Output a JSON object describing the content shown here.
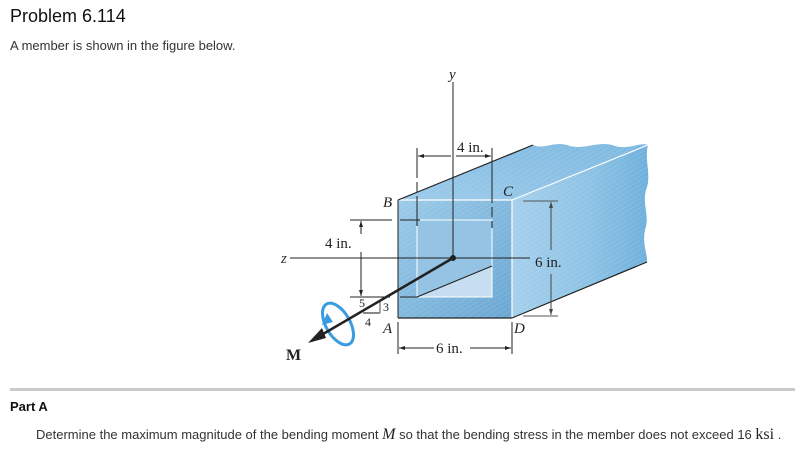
{
  "problem": {
    "title": "Problem 6.114",
    "intro": "A member is shown in the figure below."
  },
  "figure": {
    "labels": {
      "y_axis": "y",
      "z_axis": "z",
      "moment": "M",
      "point_a": "A",
      "point_b": "B",
      "point_c": "C",
      "point_d": "D"
    },
    "dimensions": {
      "top_width": "4 in.",
      "left_height": "4 in.",
      "right_height": "6 in.",
      "bottom_width": "6 in."
    },
    "slope_triangle": {
      "hyp": "5",
      "rise": "3",
      "run": "4"
    },
    "colors": {
      "member_front": "#8dbfe0",
      "member_top": "#a9d0ea",
      "member_side": "#9ccbe8",
      "hole": "#9ac7e6",
      "hole_light": "#c6def0",
      "rotation_arrow": "#3a9be0",
      "lines": "#222222"
    }
  },
  "part_a": {
    "title": "Part A",
    "question_pre": "Determine the maximum magnitude of the bending moment",
    "question_var": "M",
    "question_mid": "so that the bending stress in the member does not exceed",
    "question_value": "16",
    "question_unit": "ksi",
    "question_end": "."
  }
}
